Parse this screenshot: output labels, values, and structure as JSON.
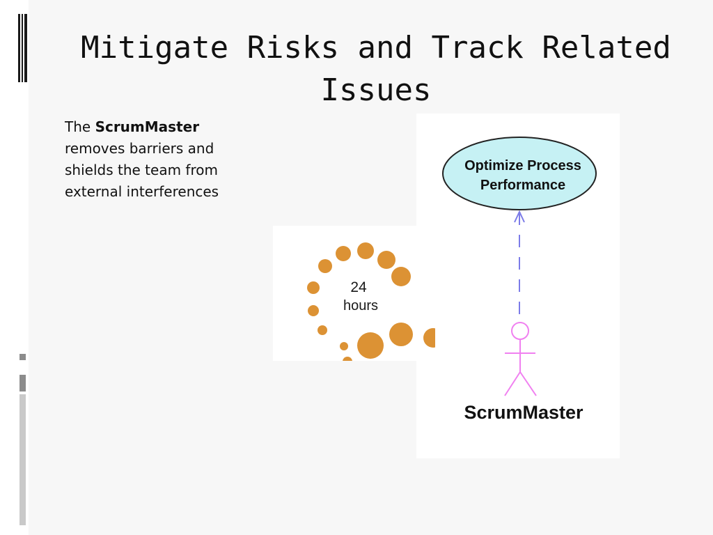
{
  "slide": {
    "title": "Mitigate Risks and Track Related Issues",
    "body": {
      "prefix": "The ",
      "role": "ScrumMaster",
      "rest": " removes barriers and shields the team from external interferences"
    }
  },
  "clock_graphic": {
    "number": "24",
    "unit": "hours",
    "dot_color": "#dc9234"
  },
  "use_case_diagram": {
    "use_case_line1": "Optimize Process",
    "use_case_line2": "Performance",
    "actor_label": "ScrumMaster",
    "ellipse_fill": "#c6f1f4",
    "arrow_color": "#7c7ce8",
    "actor_color": "#f080f0"
  },
  "colors": {
    "background": "#f7f7f7",
    "title_text": "#111111"
  }
}
